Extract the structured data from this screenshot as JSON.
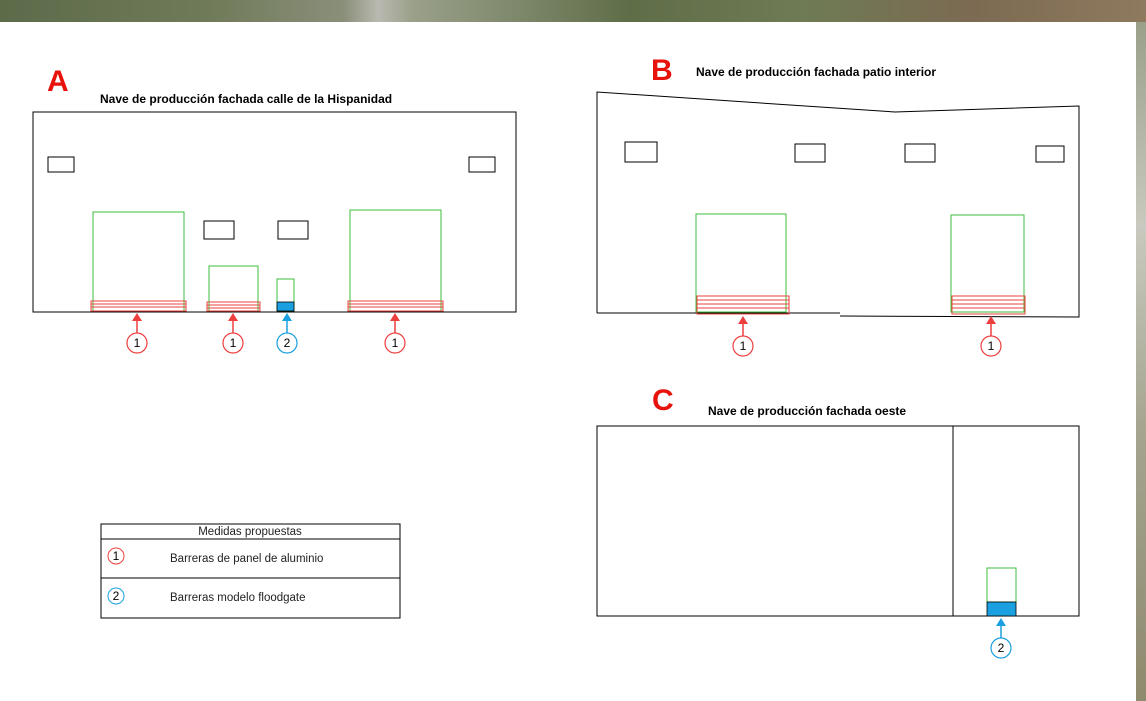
{
  "facades": {
    "a": {
      "letter": "A",
      "title": "Nave de producción fachada calle de la Hispanidad"
    },
    "b": {
      "letter": "B",
      "title": "Nave de producción fachada patio interior"
    },
    "c": {
      "letter": "C",
      "title": "Nave de producción fachada oeste"
    }
  },
  "legend": {
    "header": "Medidas propuestas",
    "items": [
      {
        "number": "1",
        "label": "Barreras de panel de aluminio",
        "color": "#ee3f3f"
      },
      {
        "number": "2",
        "label": "Barreras modelo floodgate",
        "color": "#1a9fe0"
      }
    ]
  },
  "markers": {
    "a": [
      "1",
      "1",
      "2",
      "1"
    ],
    "b": [
      "1",
      "1"
    ],
    "c": [
      "2"
    ]
  },
  "colors": {
    "letter": "#e8120c",
    "door": "#3bbf3b",
    "aluminium": "#ee3f3f",
    "floodgate": "#1a9fe0"
  }
}
